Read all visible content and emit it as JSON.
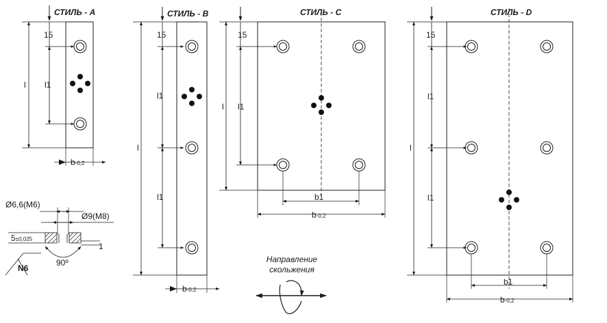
{
  "styles": {
    "a": {
      "title": "СТИЛЬ - A",
      "dim_15": "15",
      "dim_l": "l",
      "dim_l1": "l1",
      "dim_b": "b",
      "dim_b_sub": "-0,2"
    },
    "b": {
      "title": "СТИЛЬ - B",
      "dim_15": "15",
      "dim_l": "l",
      "dim_l1_top": "l1",
      "dim_l1_bottom": "l1",
      "dim_b": "b",
      "dim_b_sub": "-0,2"
    },
    "c": {
      "title": "СТИЛЬ - C",
      "dim_15": "15",
      "dim_l": "l",
      "dim_l1": "l1",
      "dim_b1": "b1",
      "dim_b": "b",
      "dim_b_sub": "-0,2"
    },
    "d": {
      "title": "СТИЛЬ - D",
      "dim_15": "15",
      "dim_l": "l",
      "dim_l1_top": "l1",
      "dim_l1_bottom": "l1",
      "dim_b1": "b1",
      "dim_b": "b",
      "dim_b_sub": "-0,2"
    }
  },
  "hole_detail": {
    "dia_small": "Ø6,6(M6)",
    "dia_large": "Ø9(M8)",
    "depth": "5",
    "depth_tol": "±0,025",
    "chamfer": "1",
    "angle": "90º",
    "surface": "N6"
  },
  "sliding": {
    "line1": "Направление",
    "line2": "скольжения"
  }
}
